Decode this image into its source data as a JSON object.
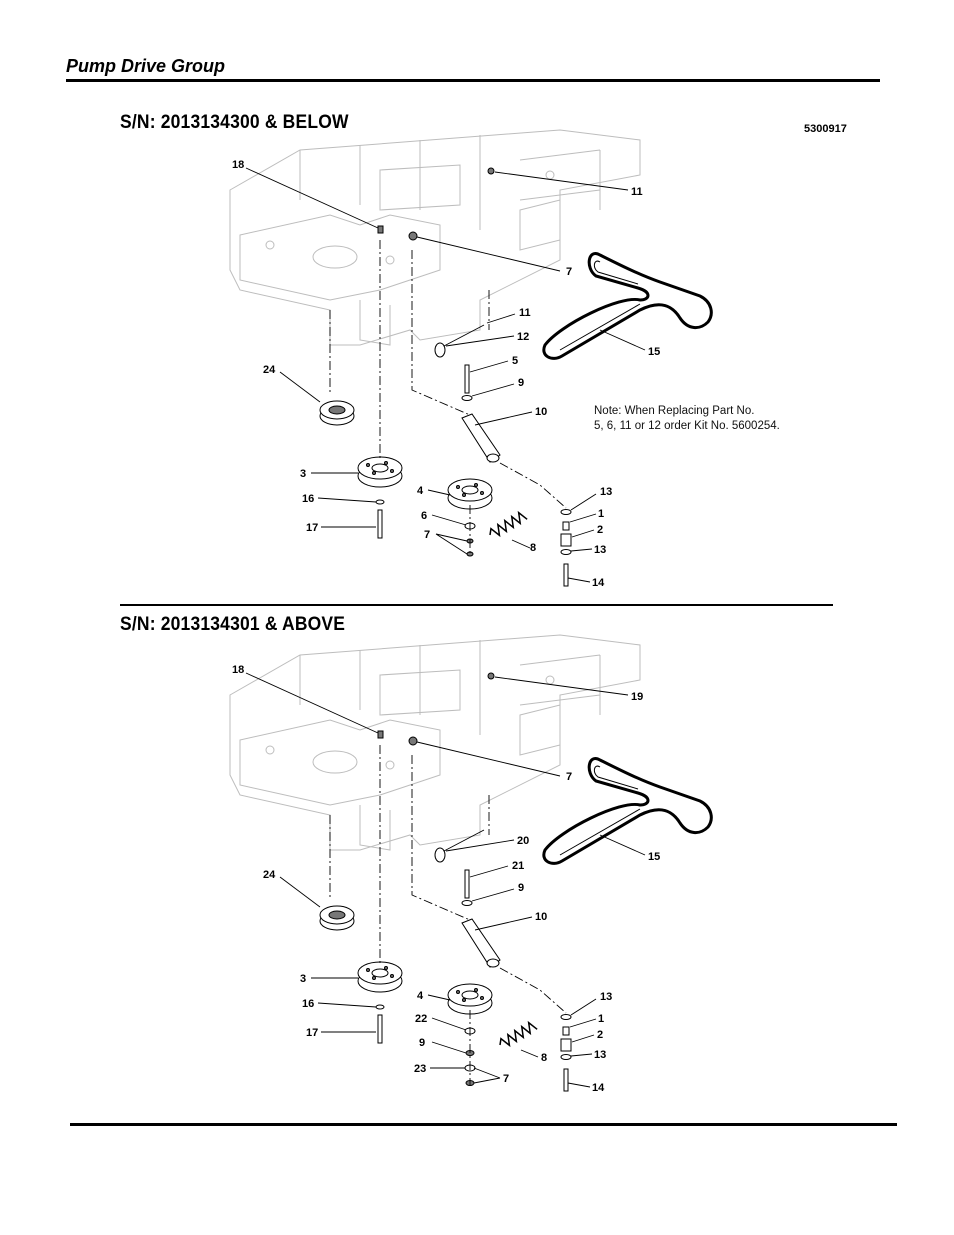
{
  "header": {
    "title": "Pump Drive Group"
  },
  "sections": [
    {
      "heading": "S/N: 2013134300 & BELOW",
      "drawing_id": "5300917",
      "note": [
        "Note: When Replacing Part No.",
        "5, 6, 11 or 12 order Kit No. 5600254."
      ],
      "callouts": [
        "18",
        "11",
        "7",
        "11",
        "12",
        "15",
        "5",
        "9",
        "10",
        "24",
        "3",
        "16",
        "17",
        "4",
        "6",
        "7",
        "8",
        "13",
        "1",
        "2",
        "13",
        "14"
      ]
    },
    {
      "heading": "S/N: 2013134301 & ABOVE",
      "callouts": [
        "18",
        "19",
        "7",
        "20",
        "15",
        "21",
        "9",
        "10",
        "24",
        "3",
        "16",
        "17",
        "4",
        "22",
        "9",
        "23",
        "7",
        "8",
        "13",
        "1",
        "2",
        "13",
        "14"
      ]
    }
  ],
  "colors": {
    "text": "#000000",
    "frame_outline": "#bdbdbd",
    "background": "#ffffff"
  }
}
